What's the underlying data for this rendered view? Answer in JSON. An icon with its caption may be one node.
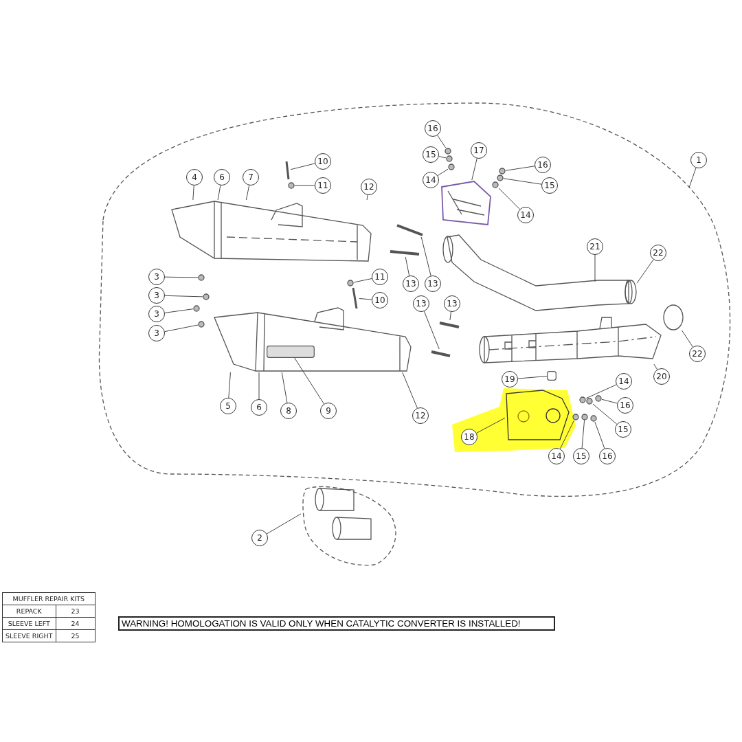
{
  "diagram": {
    "nodes": [
      {
        "text": [],
        "shape": "outline"
      },
      {
        "text": [
          "16"
        ],
        "in": 0
      },
      {
        "text": [
          "17"
        ],
        "in": 0
      },
      {
        "text": [
          "10"
        ],
        "in": 0
      },
      {
        "text": [
          "1"
        ]
      },
      {
        "text": [
          "15"
        ],
        "in": 0
      },
      {
        "text": [
          "16"
        ],
        "in": 0
      },
      {
        "text": [
          "4"
        ],
        "in": 0
      },
      {
        "text": [
          "6"
        ],
        "in": 0
      },
      {
        "text": [
          "7"
        ],
        "in": 0
      },
      {
        "text": [
          "11"
        ],
        "in": 0
      },
      {
        "text": [
          "14"
        ],
        "in": 0
      },
      {
        "text": [
          "15"
        ],
        "in": 0
      },
      {
        "text": [
          "12"
        ],
        "in": 0
      },
      {
        "text": [
          "14"
        ],
        "in": 0
      },
      {
        "text": [
          "21"
        ],
        "in": 0
      },
      {
        "text": [
          "22"
        ],
        "in": 0
      },
      {
        "text": [
          "3"
        ],
        "in": 0
      },
      {
        "text": [
          "11"
        ],
        "in": 0
      },
      {
        "text": [
          "13"
        ],
        "in": 0
      },
      {
        "text": [
          "13"
        ],
        "in": 0
      },
      {
        "text": [
          "3"
        ],
        "in": 0
      },
      {
        "text": [
          "10"
        ],
        "in": 0
      },
      {
        "text": [
          "13"
        ],
        "in": 0
      },
      {
        "text": [
          "13"
        ],
        "in": 0
      },
      {
        "text": [
          "3"
        ],
        "in": 0
      },
      {
        "text": [
          "3"
        ],
        "in": 0
      },
      {
        "text": [
          "22"
        ],
        "in": 0
      },
      {
        "text": [
          "20"
        ],
        "in": 0
      },
      {
        "text": [
          "19"
        ],
        "in": 0
      },
      {
        "text": [
          "14"
        ],
        "in": 0
      },
      {
        "text": [
          "16"
        ],
        "in": 0
      },
      {
        "text": [
          "5"
        ],
        "in": 0
      },
      {
        "text": [
          "6"
        ],
        "in": 0
      },
      {
        "text": [
          "8"
        ],
        "in": 0
      },
      {
        "text": [
          "9"
        ],
        "in": 0
      },
      {
        "text": [
          "12"
        ],
        "in": 0
      },
      {
        "text": [
          "15"
        ],
        "in": 0
      },
      {
        "text": [
          "18"
        ],
        "in": 0
      },
      {
        "text": [
          "14"
        ],
        "in": 0
      },
      {
        "text": [
          "15"
        ],
        "in": 0
      },
      {
        "text": [
          "16"
        ],
        "in": 0
      },
      {
        "text": [
          "2"
        ]
      },
      {
        "text": [],
        "shape": "outline"
      },
      {
        "text": [],
        "shape": "picture",
        "in": 0
      },
      {
        "text": [],
        "shape": "picture",
        "in": 0
      },
      {
        "text": [],
        "shape": "box",
        "in": 45
      },
      {
        "text": [],
        "shape": "picture",
        "in": 0
      },
      {
        "text": [],
        "shape": "picture",
        "in": 0
      },
      {
        "text": [],
        "shape": "circle",
        "in": 0
      },
      {
        "text": [],
        "shape": "circle",
        "in": 0
      },
      {
        "text": [],
        "shape": "picture",
        "in": 0
      },
      {
        "text": [],
        "shape": "picture",
        "in": 0
      },
      {
        "text": [],
        "shape": "picture",
        "in": 0
      },
      {
        "text": [],
        "shape": "picture",
        "in": 0
      },
      {
        "text": [],
        "shape": "picture",
        "in": 0
      },
      {
        "text": [],
        "shape": "picture",
        "in": 0
      },
      {
        "text": [],
        "shape": "picture",
        "in": 0
      },
      {
        "text": [],
        "shape": "picture",
        "in": 0
      },
      {
        "text": [],
        "shape": "circle",
        "in": 0
      },
      {
        "text": [],
        "shape": "circle",
        "in": 0
      },
      {
        "text": [],
        "shape": "circle",
        "in": 0
      },
      {
        "text": [],
        "shape": "circle",
        "in": 0
      },
      {
        "text": [],
        "shape": "circle",
        "in": 0
      },
      {
        "text": [],
        "shape": "circle",
        "in": 0
      },
      {
        "text": [],
        "shape": "circle",
        "in": 0
      },
      {
        "text": [],
        "shape": "circle",
        "in": 0
      },
      {
        "text": [],
        "shape": "circle",
        "in": 0
      },
      {
        "text": [],
        "shape": "circle",
        "in": 0
      },
      {
        "text": [],
        "shape": "circle",
        "in": 0
      },
      {
        "text": [],
        "shape": "circle",
        "in": 0
      },
      {
        "text": [],
        "shape": "circle",
        "in": 0
      },
      {
        "text": [],
        "shape": "circle",
        "in": 0
      },
      {
        "text": [],
        "shape": "circle",
        "in": 0
      },
      {
        "text": [],
        "shape": "circle",
        "in": 0
      },
      {
        "text": [],
        "shape": "circle",
        "in": 0
      },
      {
        "text": [],
        "shape": "circle",
        "in": 0
      },
      {
        "text": [],
        "shape": "box",
        "in": 0
      }
    ],
    "edges": [
      {
        "from": 1,
        "to": 65,
        "arrow": "none"
      },
      {
        "from": 2,
        "to": 51,
        "arrow": "none"
      },
      {
        "from": 3,
        "to": 57,
        "arrow": "none"
      },
      {
        "from": 4,
        "to": 0,
        "arrow": "none"
      },
      {
        "from": 5,
        "to": 66,
        "arrow": "none"
      },
      {
        "from": 6,
        "to": 68,
        "arrow": "none"
      },
      {
        "from": 7,
        "to": 44,
        "arrow": "none"
      },
      {
        "from": 8,
        "to": 44,
        "arrow": "none"
      },
      {
        "from": 9,
        "to": 44,
        "arrow": "none"
      },
      {
        "from": 10,
        "to": 59,
        "arrow": "none"
      },
      {
        "from": 11,
        "to": 67,
        "arrow": "none"
      },
      {
        "from": 12,
        "to": 69,
        "arrow": "none"
      },
      {
        "from": 13,
        "to": 44,
        "arrow": "none"
      },
      {
        "from": 14,
        "to": 70,
        "arrow": "none"
      },
      {
        "from": 15,
        "to": 47,
        "arrow": "none"
      },
      {
        "from": 16,
        "to": 49,
        "arrow": "none"
      },
      {
        "from": 17,
        "to": 61,
        "arrow": "none"
      },
      {
        "from": 18,
        "to": 60,
        "arrow": "none"
      },
      {
        "from": 19,
        "to": 54,
        "arrow": "none"
      },
      {
        "from": 20,
        "to": 53,
        "arrow": "none"
      },
      {
        "from": 21,
        "to": 62,
        "arrow": "none"
      },
      {
        "from": 22,
        "to": 58,
        "arrow": "none"
      },
      {
        "from": 23,
        "to": 55,
        "arrow": "none"
      },
      {
        "from": 24,
        "to": 56,
        "arrow": "none"
      },
      {
        "from": 25,
        "to": 63,
        "arrow": "none"
      },
      {
        "from": 26,
        "to": 64,
        "arrow": "none"
      },
      {
        "from": 27,
        "to": 50,
        "arrow": "none"
      },
      {
        "from": 28,
        "to": 48,
        "arrow": "none"
      },
      {
        "from": 29,
        "to": 77,
        "arrow": "none"
      },
      {
        "from": 30,
        "to": 71,
        "arrow": "none"
      },
      {
        "from": 31,
        "to": 73,
        "arrow": "none"
      },
      {
        "from": 32,
        "to": 45,
        "arrow": "none"
      },
      {
        "from": 33,
        "to": 45,
        "arrow": "none"
      },
      {
        "from": 34,
        "to": 45,
        "arrow": "none"
      },
      {
        "from": 35,
        "to": 46,
        "arrow": "none"
      },
      {
        "from": 36,
        "to": 45,
        "arrow": "none"
      },
      {
        "from": 37,
        "to": 72,
        "arrow": "none"
      },
      {
        "from": 38,
        "to": 52,
        "arrow": "none"
      },
      {
        "from": 39,
        "to": 74,
        "arrow": "none"
      },
      {
        "from": 40,
        "to": 75,
        "arrow": "none"
      },
      {
        "from": 41,
        "to": 76,
        "arrow": "none"
      },
      {
        "from": 42,
        "to": 43,
        "arrow": "none"
      }
    ],
    "labels": [
      "MUFFLER REPAIR KITS",
      "REPACK",
      "23",
      "SLEEVE LEFT",
      "24",
      "SLEEVE RIGHT",
      "25",
      "WARNING! HOMOLOGATION IS VALID ONLY WHEN CATALYTIC CONVERTER IS INSTALLED!"
    ]
  }
}
